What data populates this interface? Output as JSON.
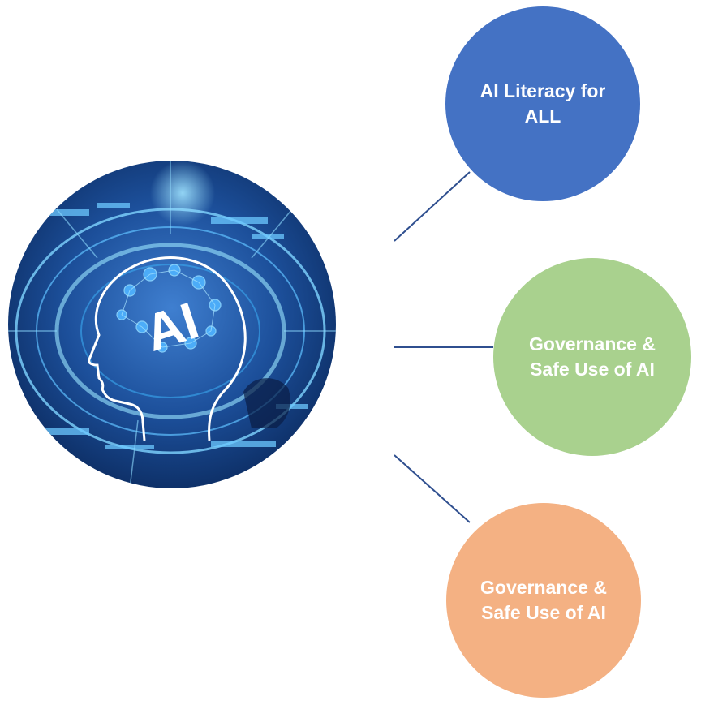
{
  "center_image": {
    "text": "AI",
    "icon": "ai-brain-head-icon"
  },
  "nodes": [
    {
      "label": "AI Literacy for ALL",
      "color": "#4472c4"
    },
    {
      "label": "Governance & Safe Use of AI",
      "color": "#a9d18e"
    },
    {
      "label": "Governance & Safe Use of AI",
      "color": "#f4b183"
    }
  ],
  "connector_color": "#2f4f8f"
}
